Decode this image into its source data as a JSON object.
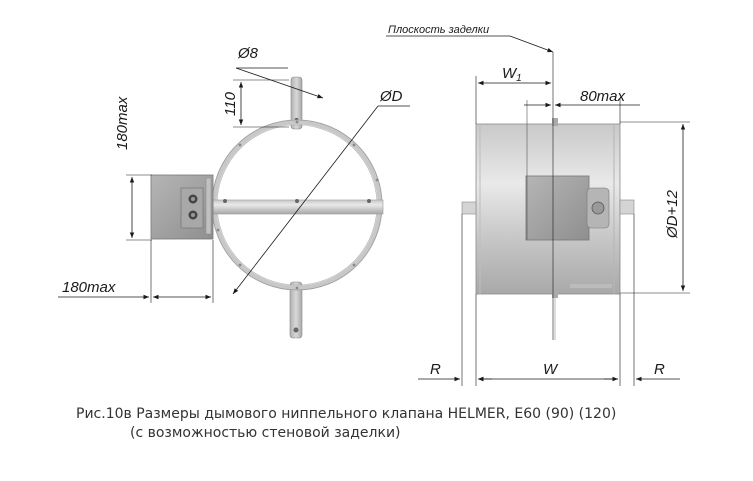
{
  "labels": {
    "plane": "Плоскость заделки",
    "w1": "W",
    "w1_sub": "1",
    "dim_80max": "80max",
    "dim_dia8": "Ø8",
    "dim_110": "110",
    "dim_diaD": "ØD",
    "dim_180max_v": "180max",
    "dim_180max_h": "180max",
    "dim_diaD12": "ØD+12",
    "dim_R_left": "R",
    "dim_W": "W",
    "dim_R_right": "R"
  },
  "caption": {
    "line1": "Рис.10в Размеры дымового ниппельного клапана HELMER, Е60 (90) (120)",
    "line2": "(с возможностью стеновой заделки)"
  }
}
